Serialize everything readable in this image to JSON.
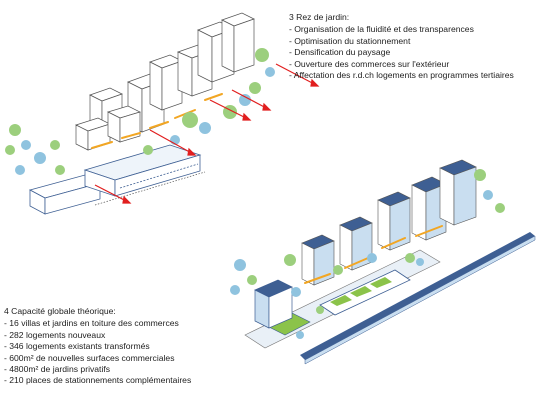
{
  "top_note": {
    "title": "3 Rez de jardin:",
    "items": [
      "- Organisation de la fluidité et des transparences",
      "- Optimisation du stationnement",
      "- Densification du paysage",
      "- Ouverture des commerces sur l'extérieur",
      "- Affectation des r.d.ch logements en programmes tertiaires"
    ]
  },
  "bottom_note": {
    "title": "4 Capacité globale théorique:",
    "items": [
      "- 16 villas et jardins en toiture des commerces",
      "- 282 logements nouveaux",
      "- 346 logements existants transformés",
      "- 600m² de nouvelles surfaces commerciales",
      "- 4800m² de jardins privatifs",
      "- 210 places de stationnements complémentaires"
    ]
  },
  "colors": {
    "building_outline": "#555555",
    "tree_green": "#9ccf7d",
    "tree_blue": "#8fc3df",
    "arrow_red": "#e11f1f",
    "accent_orange": "#f2a623",
    "roof_navy": "#3e5f93",
    "glass_blue": "#c9def0",
    "garden_green": "#8bc34a"
  }
}
